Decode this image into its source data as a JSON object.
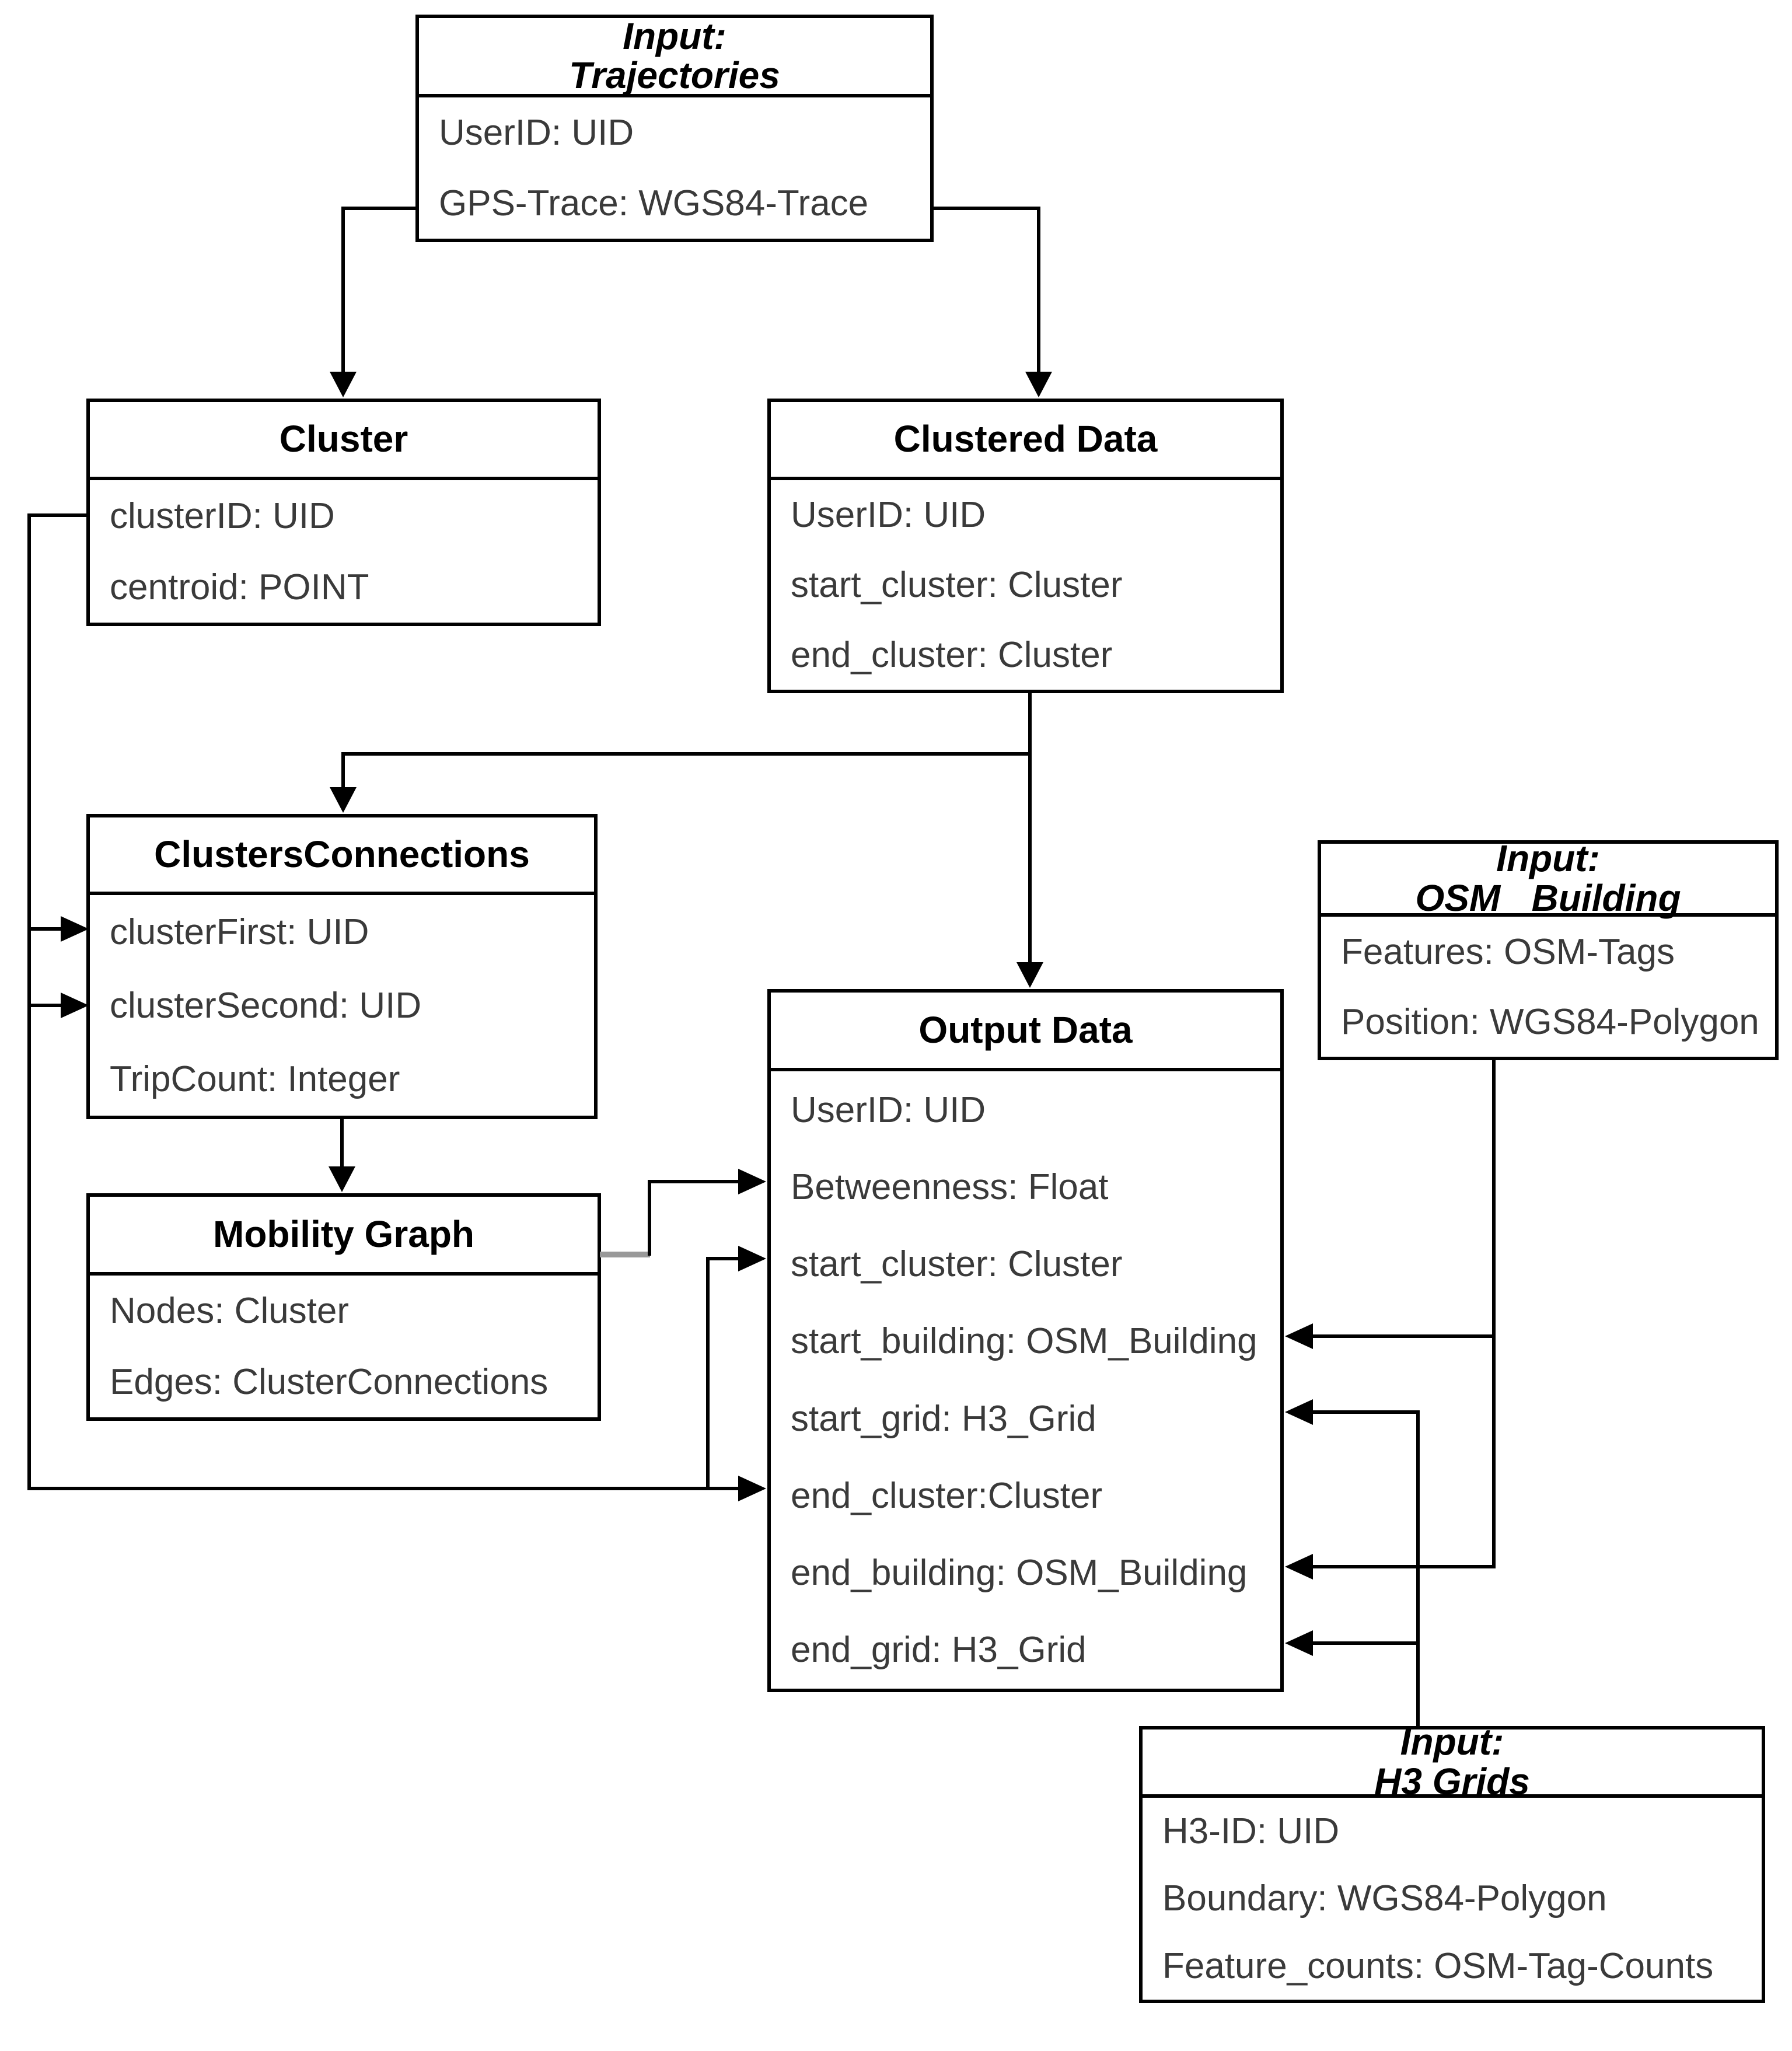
{
  "diagram": {
    "entities": {
      "trajectories": {
        "title_line1": "Input:",
        "title_line2": "Trajectories",
        "fields": [
          "UserID: UID",
          "GPS-Trace: WGS84-Trace"
        ]
      },
      "cluster": {
        "title": "Cluster",
        "fields": [
          "clusterID: UID",
          "centroid: POINT"
        ]
      },
      "clustered_data": {
        "title": "Clustered Data",
        "fields": [
          "UserID: UID",
          "start_cluster: Cluster",
          "end_cluster: Cluster"
        ]
      },
      "clusters_connections": {
        "title": "ClustersConnections",
        "fields": [
          "clusterFirst: UID",
          "clusterSecond: UID",
          "TripCount: Integer"
        ]
      },
      "mobility_graph": {
        "title": "Mobility Graph",
        "fields": [
          "Nodes: Cluster",
          "Edges: ClusterConnections"
        ]
      },
      "output_data": {
        "title": "Output Data",
        "fields": [
          "UserID: UID",
          "Betweenness: Float",
          "start_cluster: Cluster",
          "start_building: OSM_Building",
          "start_grid: H3_Grid",
          "end_cluster:Cluster",
          "end_building: OSM_Building",
          "end_grid: H3_Grid"
        ]
      },
      "osm_building": {
        "title_line1": "Input:",
        "title_line2": "OSM _Building",
        "fields": [
          "Features: OSM-Tags",
          "Position: WGS84-Polygon"
        ]
      },
      "h3_grids": {
        "title_line1": "Input:",
        "title_line2": "H3 Grids",
        "fields": [
          "H3-ID: UID",
          "Boundary: WGS84-Polygon",
          "Feature_counts: OSM-Tag-Counts"
        ]
      }
    },
    "colors": {
      "line": "#000000",
      "gray_segment": "#999999",
      "background": "#ffffff",
      "text": "#3a3a3a"
    }
  }
}
